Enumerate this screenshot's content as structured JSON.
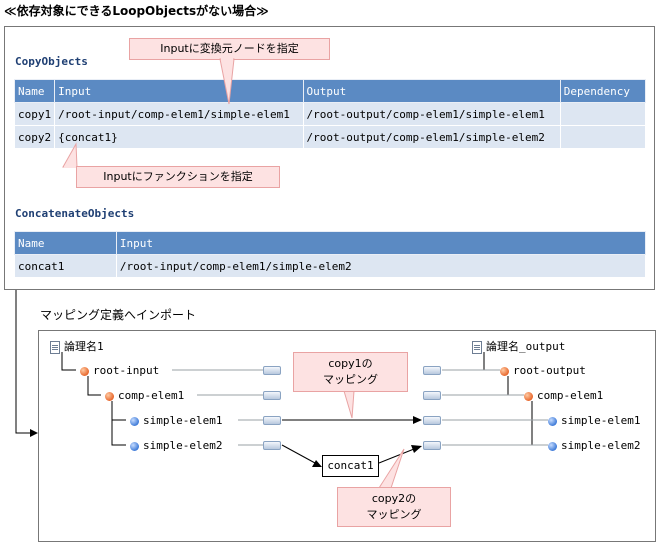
{
  "title": "≪依存対象にできるLoopObjectsがない場合≫",
  "copy_objects": {
    "heading": "CopyObjects",
    "columns": [
      "Name",
      "Input",
      "Output",
      "Dependency"
    ],
    "rows": [
      [
        "copy1",
        "/root-input/comp-elem1/simple-elem1",
        "/root-output/comp-elem1/simple-elem1",
        ""
      ],
      [
        "copy2",
        "{concat1}",
        "/root-output/comp-elem1/simple-elem2",
        ""
      ]
    ]
  },
  "concatenate_objects": {
    "heading": "ConcatenateObjects",
    "columns": [
      "Name",
      "Input"
    ],
    "rows": [
      [
        "concat1",
        "/root-input/comp-elem1/simple-elem2"
      ]
    ]
  },
  "callouts": {
    "input_transform": "Inputに変換元ノードを指定",
    "input_function": "Inputにファンクションを指定",
    "copy1_mapping": [
      "copy1の",
      "マッピング"
    ],
    "copy2_mapping": [
      "copy2の",
      "マッピング"
    ]
  },
  "import_label": "マッピング定義へインポート",
  "mapping": {
    "left_root": "論理名1",
    "right_root": "論理名_output",
    "left_nodes": [
      "root-input",
      "comp-elem1",
      "simple-elem1",
      "simple-elem2"
    ],
    "right_nodes": [
      "root-output",
      "comp-elem1",
      "simple-elem1",
      "simple-elem2"
    ],
    "function_box": "concat1"
  },
  "icons": {
    "logical_name": "document-icon",
    "complex_node": "orange-ball-icon",
    "simple_node": "blue-ball-icon",
    "port": "connector-port-icon"
  },
  "colors": {
    "table_header": "#5b8ac3",
    "table_cell": "#dde6f2",
    "callout_fill": "#fde2e2",
    "callout_border": "#e9a3a3"
  }
}
